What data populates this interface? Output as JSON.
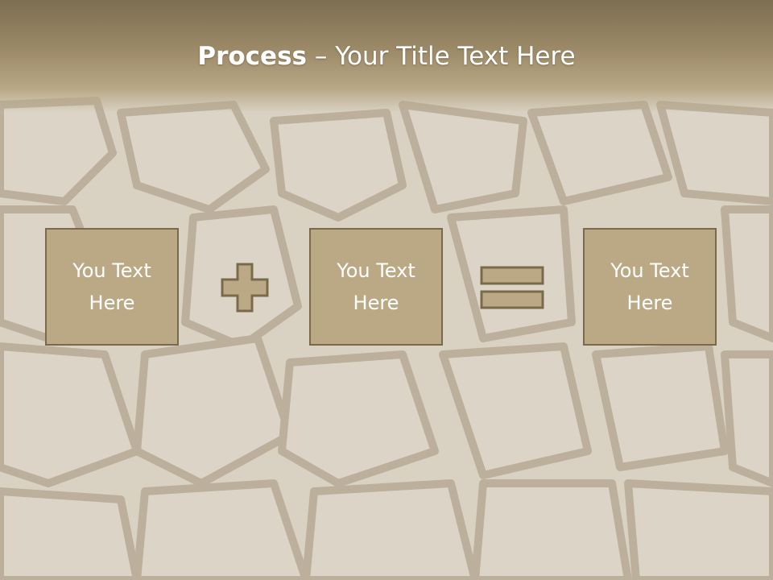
{
  "slide": {
    "title_bold": "Process",
    "title_rest": " – Your Title Text Here",
    "boxes": [
      {
        "text": "You Text Here"
      },
      {
        "text": "You Text Here"
      },
      {
        "text": "You Text Here"
      }
    ],
    "operators": [
      "plus-icon",
      "equals-icon"
    ]
  },
  "colors": {
    "header": "#9c8a68",
    "box_fill": "#bba985",
    "box_border": "#7a6a4c",
    "text": "#ffffff"
  }
}
